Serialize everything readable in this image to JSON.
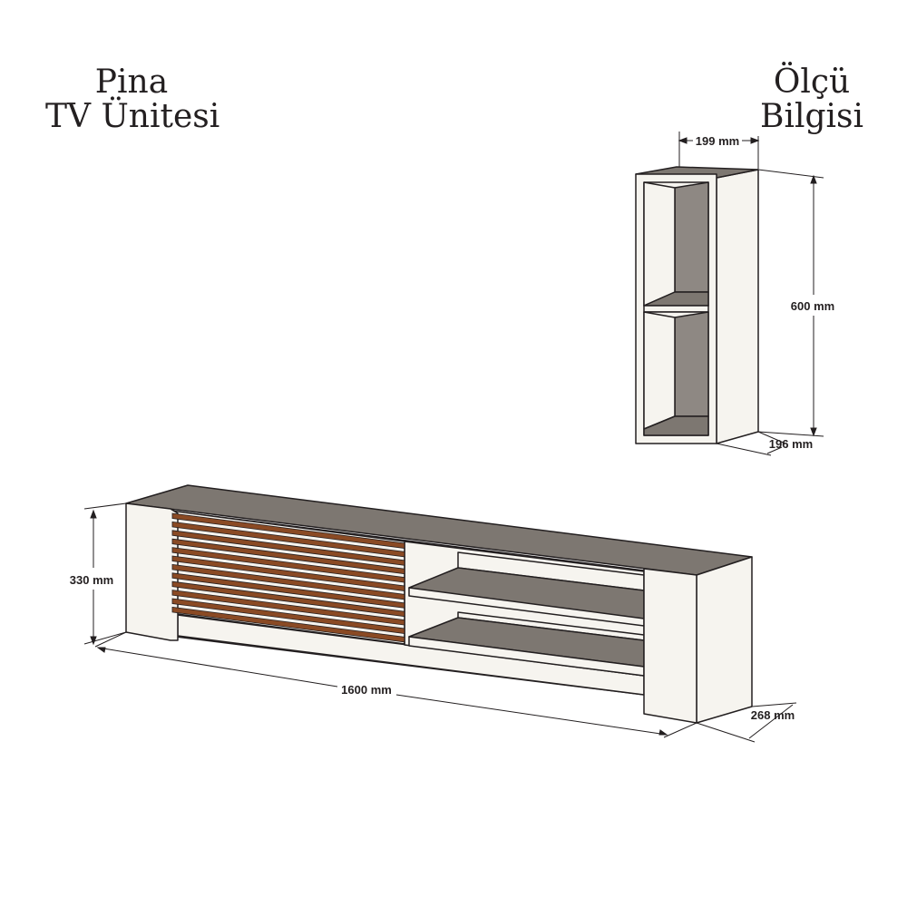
{
  "header": {
    "product_line1": "Pina",
    "product_line2": "TV Ünitesi",
    "info_line1": "Ölçü",
    "info_line2": "Bilgisi"
  },
  "wall_shelf": {
    "width_label": "199 mm",
    "height_label": "600 mm",
    "depth_label": "196 mm"
  },
  "tv_unit": {
    "height_label": "330 mm",
    "width_label": "1600 mm",
    "depth_label": "268 mm"
  },
  "colors": {
    "top_surface": "#7d7771",
    "body_white": "#f6f4ef",
    "slat_wood": "#8a4a24",
    "outline": "#231f20"
  }
}
